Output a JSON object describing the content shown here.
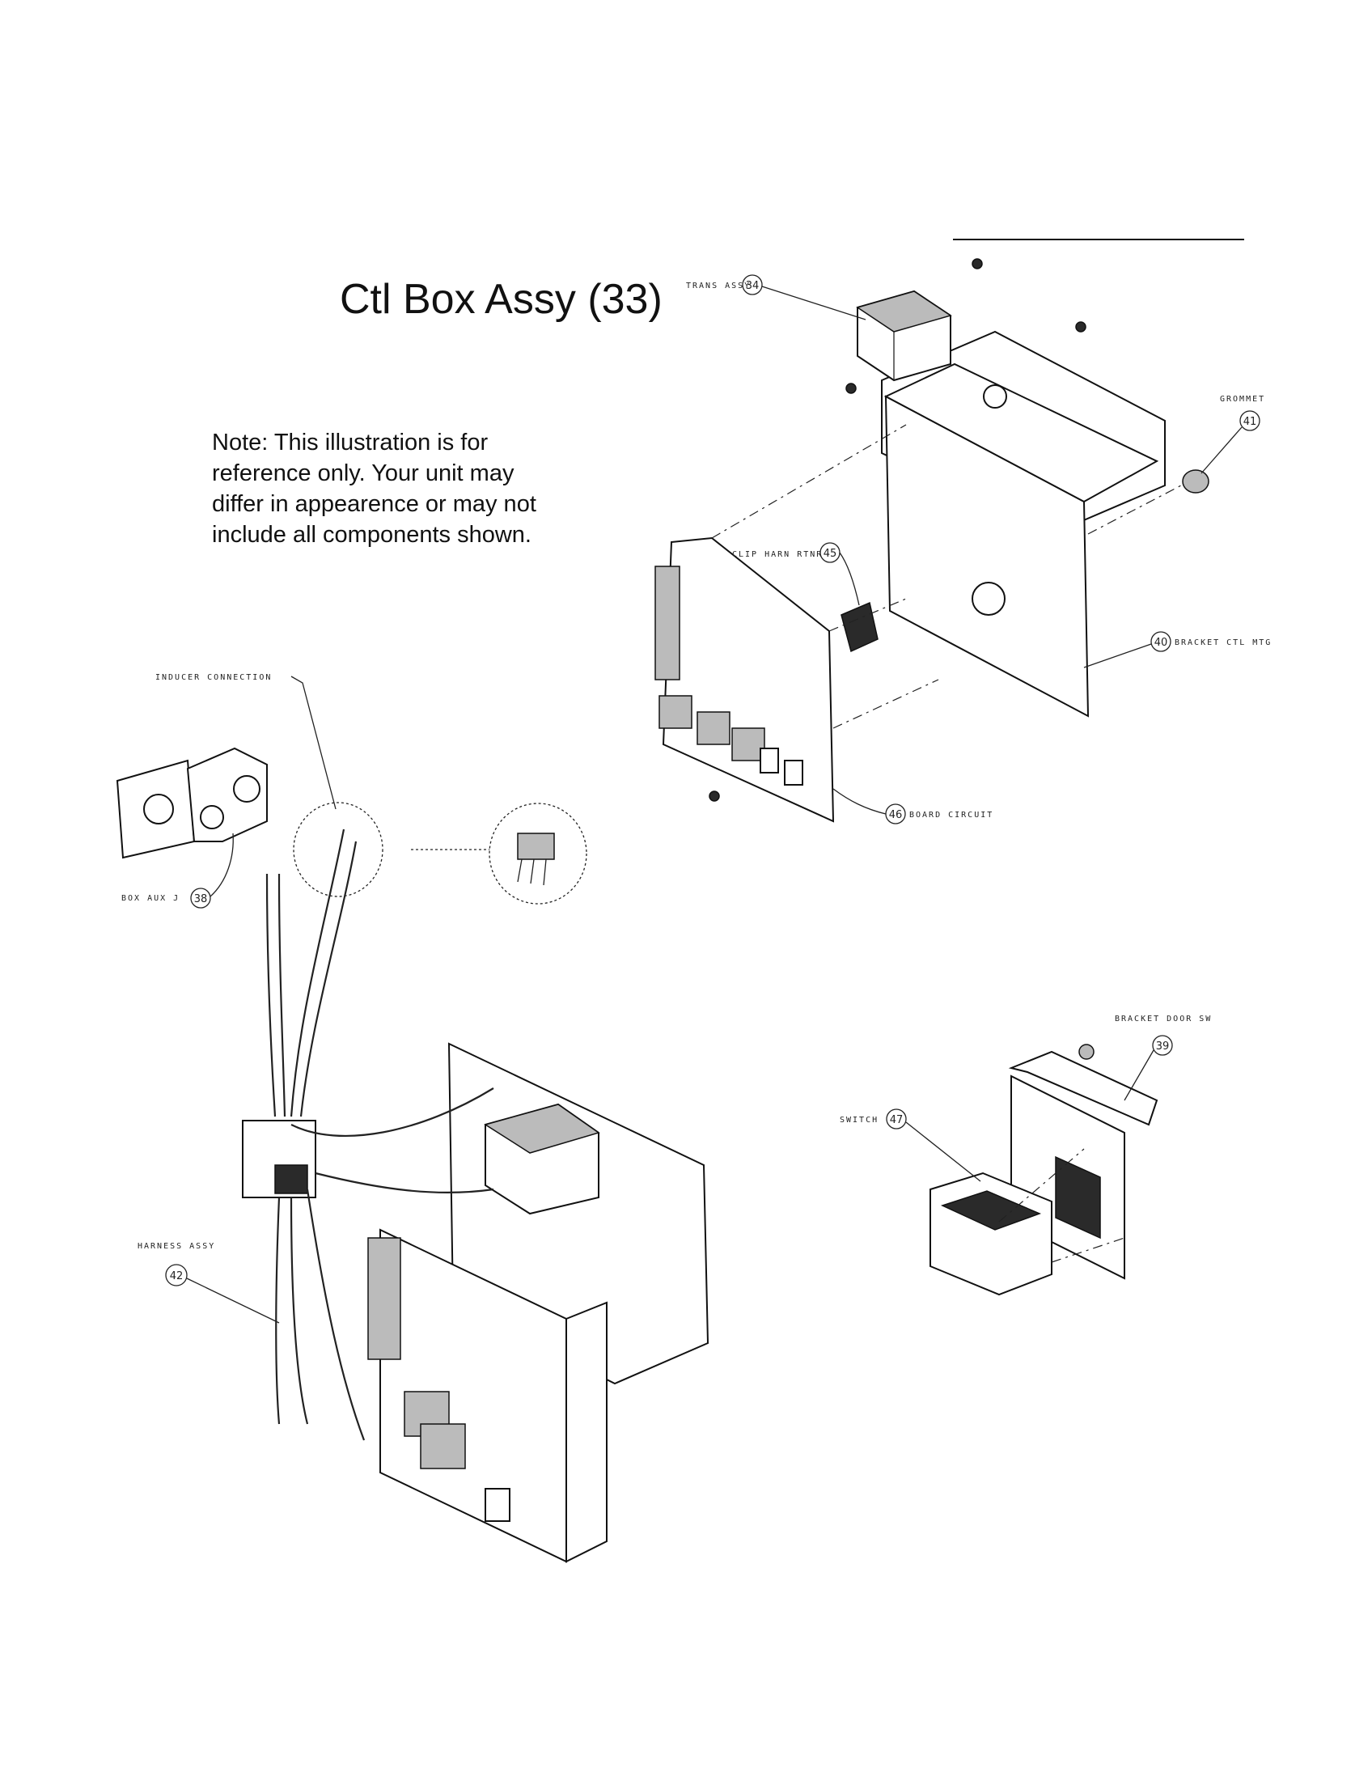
{
  "title": "Ctl Box Assy (33)",
  "note": [
    "Note: This illustration is for",
    "reference only. Your unit may",
    "differ in appearence or may not",
    "include all components shown."
  ],
  "callouts": {
    "trans_assy": {
      "label": "TRANS ASSY",
      "number": "34"
    },
    "grommet": {
      "label": "GROMMET",
      "number": "41"
    },
    "clip_harn_rtnr": {
      "label": "CLIP HARN RTNR",
      "number": "45"
    },
    "bracket_ctl_mtg": {
      "label": "BRACKET CTL MTG",
      "number": "40"
    },
    "board_circuit": {
      "label": "BOARD CIRCUIT",
      "number": "46"
    },
    "inducer_connection": {
      "label": "INDUCER CONNECTION"
    },
    "box_aux_j": {
      "label": "BOX AUX J",
      "number": "38"
    },
    "bracket_door_sw": {
      "label": "BRACKET DOOR SW",
      "number": "39"
    },
    "switch": {
      "label": "SWITCH",
      "number": "47"
    },
    "harness_assy": {
      "label": "HARNESS ASSY",
      "number": "42"
    }
  }
}
